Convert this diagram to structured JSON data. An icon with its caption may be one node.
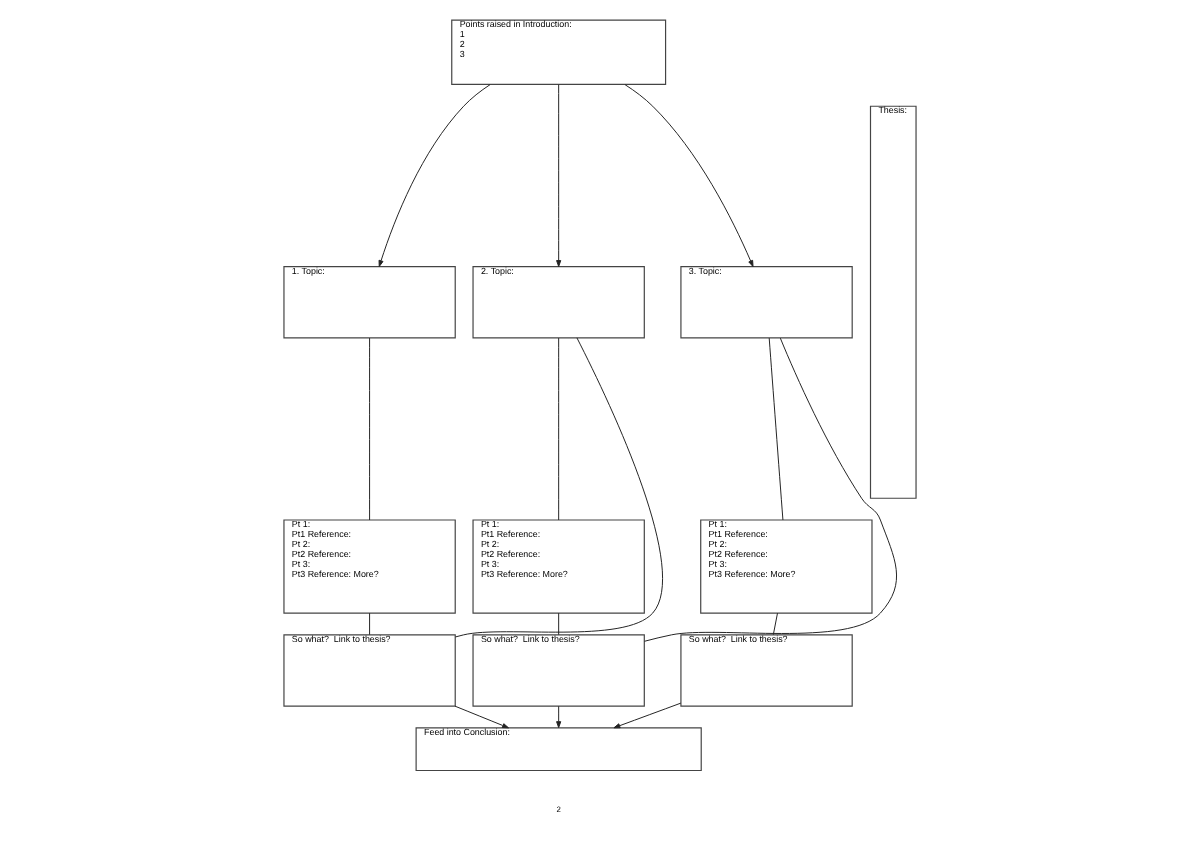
{
  "diagram": {
    "nodes": [
      {
        "text": [
          "Points raised in Introduction:",
          "1",
          "2",
          "3"
        ]
      },
      {
        "text": [
          "Thesis:"
        ]
      },
      {
        "text": [
          "1. Topic:"
        ]
      },
      {
        "text": [
          "2. Topic:"
        ]
      },
      {
        "text": [
          "3. Topic:"
        ]
      },
      {
        "text": [
          "Pt 1:",
          "Pt1 Reference:",
          "Pt 2:",
          "Pt2 Reference:",
          "Pt 3:",
          "Pt3 Reference: More?"
        ]
      },
      {
        "text": [
          "Pt 1:",
          "Pt1 Reference:",
          "Pt 2:",
          "Pt2 Reference:",
          "Pt 3:",
          "Pt3 Reference: More?"
        ]
      },
      {
        "text": [
          "Pt 1:",
          "Pt1 Reference:",
          "Pt 2:",
          "Pt2 Reference:",
          "Pt 3:",
          "Pt3 Reference: More?"
        ]
      },
      {
        "text": [
          "So what?  Link to thesis?"
        ]
      },
      {
        "text": [
          "So what?  Link to thesis?"
        ]
      },
      {
        "text": [
          "So what?  Link to thesis?"
        ]
      },
      {
        "text": [
          "Feed into Conclusion:"
        ]
      }
    ],
    "edges": [
      {
        "from": 0,
        "to": 2,
        "arrow": "to"
      },
      {
        "from": 0,
        "to": 3,
        "arrow": "to"
      },
      {
        "from": 0,
        "to": 4,
        "arrow": "to"
      },
      {
        "from": 2,
        "to": 5,
        "arrow": "none"
      },
      {
        "from": 3,
        "to": 6,
        "arrow": "none"
      },
      {
        "from": 4,
        "to": 7,
        "arrow": "none"
      },
      {
        "from": 5,
        "to": 8,
        "arrow": "none"
      },
      {
        "from": 6,
        "to": 9,
        "arrow": "none"
      },
      {
        "from": 7,
        "to": 10,
        "arrow": "none"
      },
      {
        "from": 8,
        "to": 3,
        "arrow": "none"
      },
      {
        "from": 9,
        "to": 4,
        "arrow": "none"
      },
      {
        "from": 8,
        "to": 11,
        "arrow": "to"
      },
      {
        "from": 9,
        "to": 11,
        "arrow": "to"
      },
      {
        "from": 10,
        "to": 11,
        "arrow": "to"
      }
    ],
    "labels": [
      "2"
    ]
  }
}
